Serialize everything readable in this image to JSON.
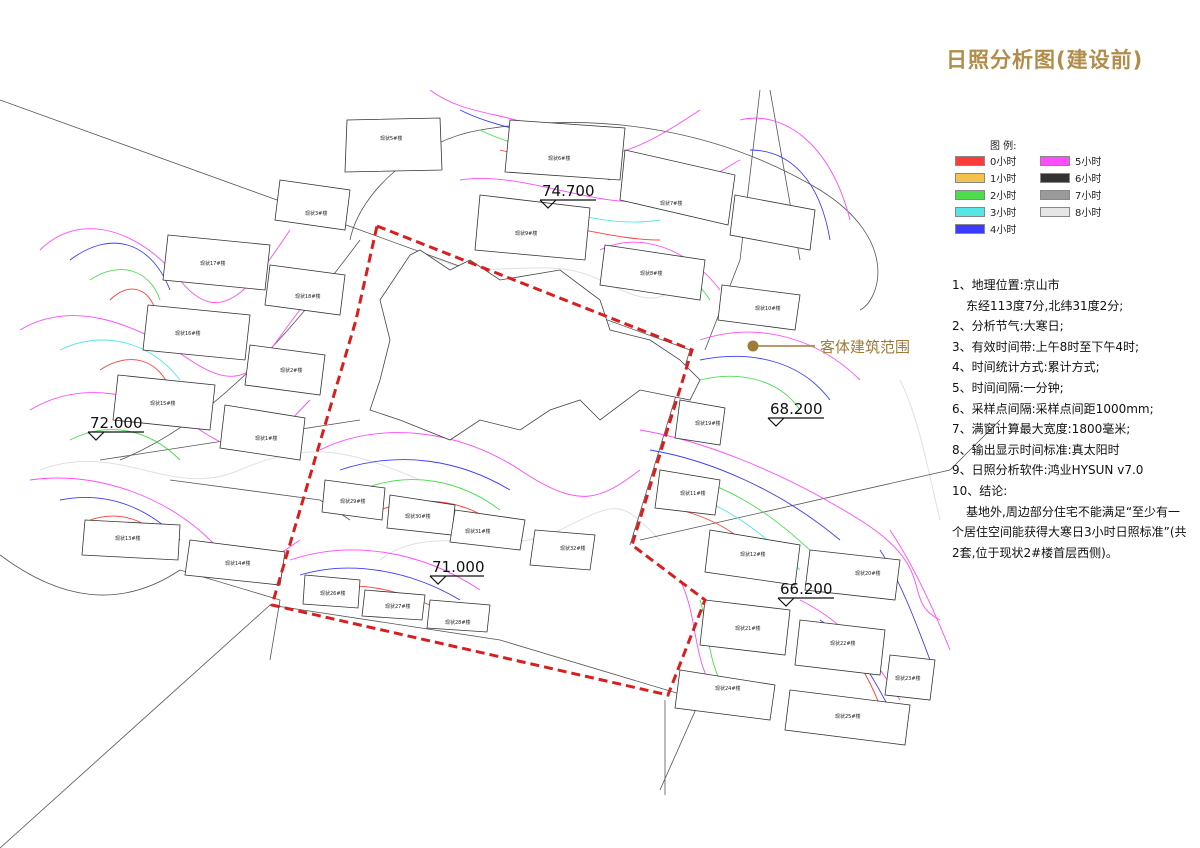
{
  "title": "日照分析图(建设前)",
  "legend": {
    "title": "图 例:",
    "items": [
      {
        "label": "0小时",
        "color": "#ff3b3b"
      },
      {
        "label": "1小时",
        "color": "#f2c14e"
      },
      {
        "label": "2小时",
        "color": "#4ddc4d"
      },
      {
        "label": "3小时",
        "color": "#55e6e6"
      },
      {
        "label": "4小时",
        "color": "#3b3bff"
      },
      {
        "label": "5小时",
        "color": "#ff4cff"
      },
      {
        "label": "6小时",
        "color": "#333333"
      },
      {
        "label": "7小时",
        "color": "#9a9a9a"
      },
      {
        "label": "8小时",
        "color": "#e6e6e6"
      }
    ]
  },
  "notes": {
    "n1": "1、地理位置:京山市",
    "n1b": "东经113度7分,北纬31度2分;",
    "n2": "2、分析节气:大寒日;",
    "n3": "3、有效时间带:上午8时至下午4时;",
    "n4": "4、时间统计方式:累计方式;",
    "n5": "5、时间间隔:一分钟;",
    "n6": "6、采样点间隔:采样点间距1000mm;",
    "n7": "7、满窗计算最大宽度:1800毫米;",
    "n8": "8、输出显示时间标准:真太阳时",
    "n9": "9、日照分析软件:鸿业HYSUN v7.0",
    "n10": "10、结论:",
    "conclusion": "基地外,周边部分住宅不能满足“至少有一个居住空间能获得大寒日3小时日照标准”(共2套,位于现状2#楼首层西侧)。"
  },
  "callout": "客体建筑范围",
  "elevations": [
    "74.700",
    "72.000",
    "68.200",
    "71.000",
    "66.200"
  ],
  "buildings": [
    "现状5#楼",
    "现状6#楼",
    "现状7#楼",
    "现状8#楼",
    "现状9#楼",
    "现状10#楼",
    "现状3#楼",
    "现状17#楼",
    "现状18#楼",
    "现状16#楼",
    "现状2#楼",
    "现状15#楼",
    "现状1#楼",
    "现状14#楼",
    "现状13#楼",
    "现状29#楼",
    "现状30#楼",
    "现状31#楼",
    "现状32#楼",
    "现状11#楼",
    "现状12#楼",
    "现状19#楼",
    "现状20#楼",
    "现状21#楼",
    "现状22#楼",
    "现状23#楼",
    "现状24#楼",
    "现状25#楼",
    "现状26#楼",
    "现状27#楼",
    "现状28#楼"
  ]
}
